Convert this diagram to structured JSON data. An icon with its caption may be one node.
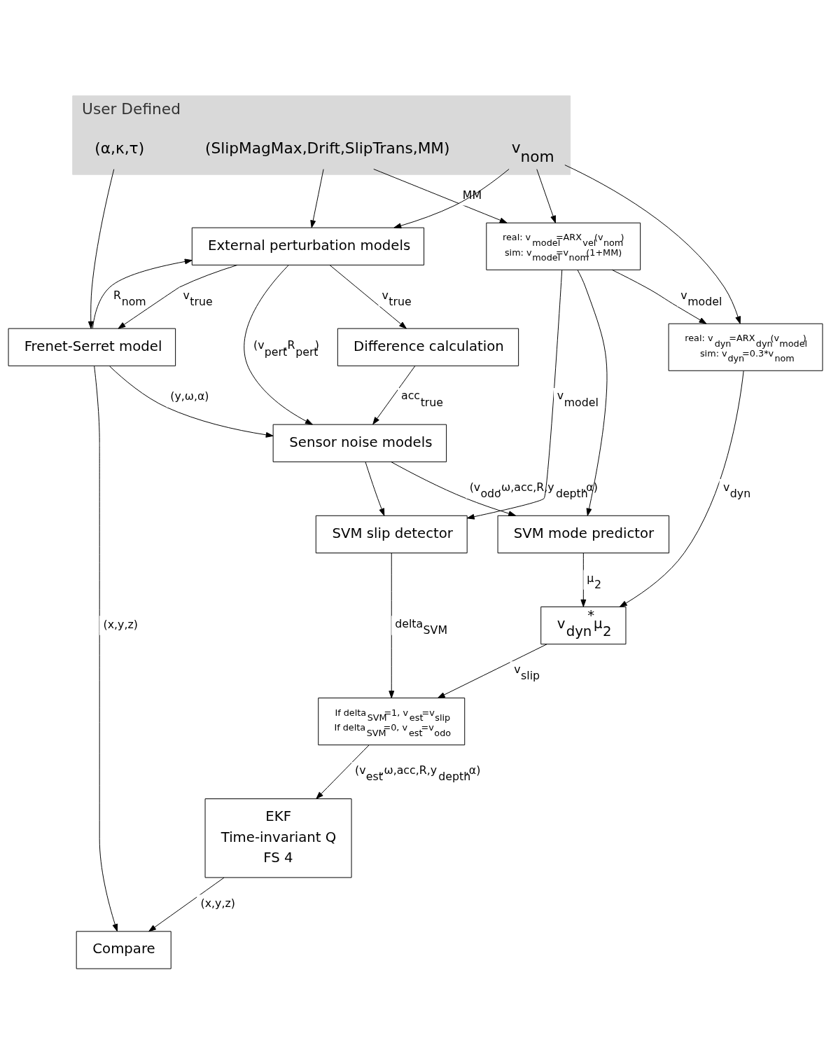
{
  "diagram": {
    "nodes": [
      {
        "text": [
          "User Defined"
        ]
      },
      {
        "text": [
          "(SlipMagMax,Drift,SlipTrans,MM)"
        ],
        "in": 0
      },
      {
        "text": [
          "v$_{nom}$"
        ],
        "in": 0
      },
      {
        "text": [
          "(α,κ,τ)"
        ],
        "in": 0
      },
      {
        "text": [
          "External perturbation models"
        ]
      },
      {
        "text": [
          "Difference calculation"
        ]
      },
      {
        "text": [
          "Frenet-Serret model"
        ]
      },
      {
        "text": [
          "Sensor noise models"
        ]
      },
      {
        "text": [
          "real: v$_{model}$=ARX$_{vel}$(v$_{nom}$)",
          "sim: v$_{model}$=v$_{nom}$(1+MM)"
        ]
      },
      {
        "text": [
          "SVM mode predictor"
        ]
      },
      {
        "text": [
          "SVM slip detector"
        ]
      },
      {
        "text": [
          "real: v$_{dyn}$=ARX$_{dyn}$(v$_{model}$)",
          "sim: v$_{dyn}$=0.3*v$_{nom}$"
        ]
      },
      {
        "text": [
          "v$_{dyn}$$^{*}$μ$_{2}$"
        ]
      },
      {
        "text": [
          "If delta$_{SVM}$=1, v$_{est}$=v$_{slip}$",
          "If delta$_{SVM}$=0, v$_{est}$=v$_{odo}$"
        ]
      },
      {
        "text": [
          "Compare"
        ]
      },
      {
        "text": [
          "EKF",
          "Time-invariant Q",
          "FS 4"
        ]
      }
    ],
    "edges": [
      {
        "from": 1,
        "to": 4,
        "arrow": "to"
      },
      {
        "from": 1,
        "to": 8,
        "arrow": "to",
        "label": "MM"
      },
      {
        "from": 2,
        "to": 4,
        "arrow": "to"
      },
      {
        "from": 2,
        "to": 8,
        "arrow": "to"
      },
      {
        "from": 2,
        "to": 11,
        "arrow": "to"
      },
      {
        "from": 3,
        "to": 6,
        "arrow": "to"
      },
      {
        "from": 4,
        "to": 5,
        "arrow": "to",
        "label": "v$_{true}$"
      },
      {
        "from": 4,
        "to": 6,
        "arrow": "to",
        "label": "v$_{true}$"
      },
      {
        "from": 6,
        "to": 4,
        "arrow": "to",
        "label": "R$_{nom}$"
      },
      {
        "from": 4,
        "to": 7,
        "arrow": "to",
        "label": "(v$_{pert}$,R$_{pert}$)"
      },
      {
        "from": 5,
        "to": 7,
        "arrow": "to",
        "label": "acc$_{true}$"
      },
      {
        "from": 6,
        "to": 7,
        "arrow": "to",
        "label": "(y,ω,α)"
      },
      {
        "from": 6,
        "to": 14,
        "arrow": "to",
        "label": "(x,y,z)"
      },
      {
        "from": 7,
        "to": 9,
        "arrow": "to",
        "label": "(v$_{odo}$,ω,acc,R,y$_{depth}$,α)"
      },
      {
        "from": 7,
        "to": 10,
        "arrow": "to"
      },
      {
        "from": 8,
        "to": 9,
        "arrow": "to"
      },
      {
        "from": 8,
        "to": 10,
        "arrow": "to",
        "label": "v$_{model}$"
      },
      {
        "from": 8,
        "to": 11,
        "arrow": "to",
        "label": "v$_{model}$"
      },
      {
        "from": 9,
        "to": 12,
        "arrow": "to",
        "label": "μ$_{2}$"
      },
      {
        "from": 10,
        "to": 13,
        "arrow": "to",
        "label": "delta$_{SVM}$"
      },
      {
        "from": 11,
        "to": 12,
        "arrow": "to",
        "label": "v$_{dyn}$"
      },
      {
        "from": 12,
        "to": 13,
        "arrow": "to",
        "label": "v$_{slip}$"
      },
      {
        "from": 13,
        "to": 15,
        "arrow": "to",
        "label": "(v$_{est}$,ω,acc,R,y$_{depth}$,α)"
      },
      {
        "from": 15,
        "to": 14,
        "arrow": "to",
        "label": "(x,y,z)"
      }
    ]
  }
}
